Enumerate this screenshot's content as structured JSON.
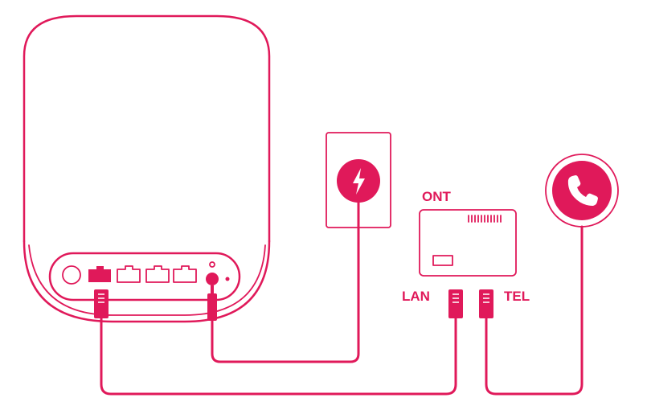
{
  "colors": {
    "accent": "#e0195a",
    "background": "#ffffff"
  },
  "labels": {
    "ont": "ONT",
    "lan": "LAN",
    "tel": "TEL"
  },
  "icons": {
    "router": "router-device",
    "power": "lightning-icon",
    "phone": "phone-icon",
    "ont": "ont-device"
  }
}
